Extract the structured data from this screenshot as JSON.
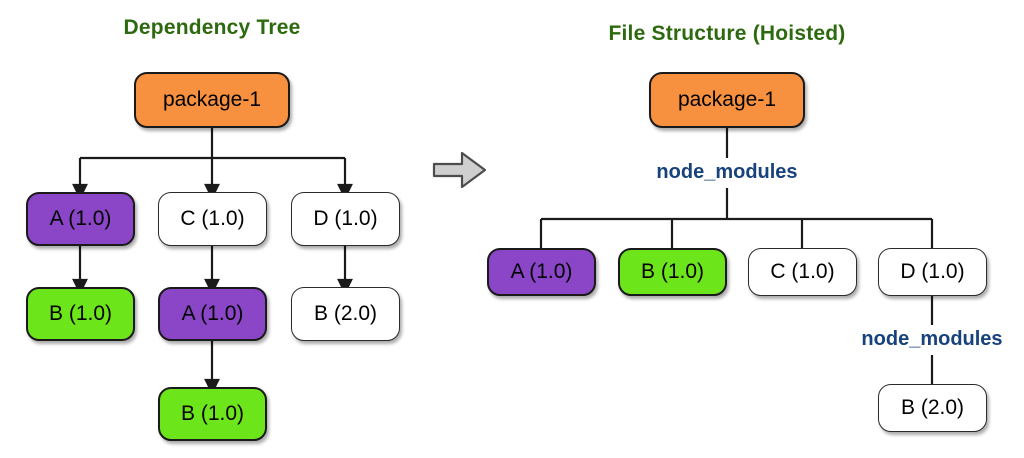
{
  "diagram": {
    "background": "#ffffff",
    "colors": {
      "title_green": "#2d6a0f",
      "folder_blue": "#17427d",
      "node_orange": "#f7913f",
      "node_purple": "#8b46c8",
      "node_green": "#6ce61a",
      "node_white": "#ffffff",
      "edge_black": "#1a1a1a",
      "arrow_grey_fill": "#cfcfcf",
      "arrow_grey_stroke": "#4d4d4d"
    },
    "left_panel": {
      "title": "Dependency Tree",
      "nodes": {
        "root": "package-1",
        "a1": "A (1.0)",
        "c1": "C (1.0)",
        "d1": "D (1.0)",
        "b1_under_a": "B (1.0)",
        "a1_under_c": "A (1.0)",
        "b2_under_d": "B (2.0)",
        "b1_under_a2": "B (1.0)"
      }
    },
    "transition": {
      "icon": "right-block-arrow"
    },
    "right_panel": {
      "title": "File Structure (Hoisted)",
      "nodes": {
        "root": "package-1",
        "node_modules_top": "node_modules",
        "a1": "A (1.0)",
        "b1": "B (1.0)",
        "c1": "C (1.0)",
        "d1": "D (1.0)",
        "node_modules_nested": "node_modules",
        "b2": "B (2.0)"
      }
    }
  }
}
